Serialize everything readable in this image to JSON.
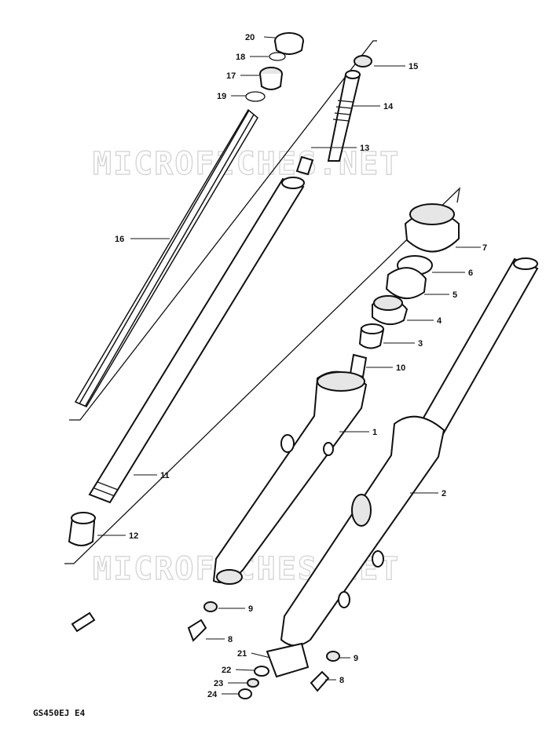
{
  "watermark": "MICROFICHES.NET",
  "diagram_code": "GS450EJ E4",
  "callouts": [
    {
      "id": "c1",
      "label": "1"
    },
    {
      "id": "c2",
      "label": "2"
    },
    {
      "id": "c3",
      "label": "3"
    },
    {
      "id": "c4",
      "label": "4"
    },
    {
      "id": "c5",
      "label": "5"
    },
    {
      "id": "c6",
      "label": "6"
    },
    {
      "id": "c7",
      "label": "7"
    },
    {
      "id": "c8a",
      "label": "8"
    },
    {
      "id": "c8b",
      "label": "8"
    },
    {
      "id": "c9a",
      "label": "9"
    },
    {
      "id": "c9b",
      "label": "9"
    },
    {
      "id": "c10",
      "label": "10"
    },
    {
      "id": "c11",
      "label": "11"
    },
    {
      "id": "c12",
      "label": "12"
    },
    {
      "id": "c13",
      "label": "13"
    },
    {
      "id": "c14",
      "label": "14"
    },
    {
      "id": "c15",
      "label": "15"
    },
    {
      "id": "c16",
      "label": "16"
    },
    {
      "id": "c17",
      "label": "17"
    },
    {
      "id": "c18",
      "label": "18"
    },
    {
      "id": "c19",
      "label": "19"
    },
    {
      "id": "c20",
      "label": "20"
    },
    {
      "id": "c21",
      "label": "21"
    },
    {
      "id": "c22",
      "label": "22"
    },
    {
      "id": "c23",
      "label": "23"
    },
    {
      "id": "c24",
      "label": "24"
    }
  ]
}
